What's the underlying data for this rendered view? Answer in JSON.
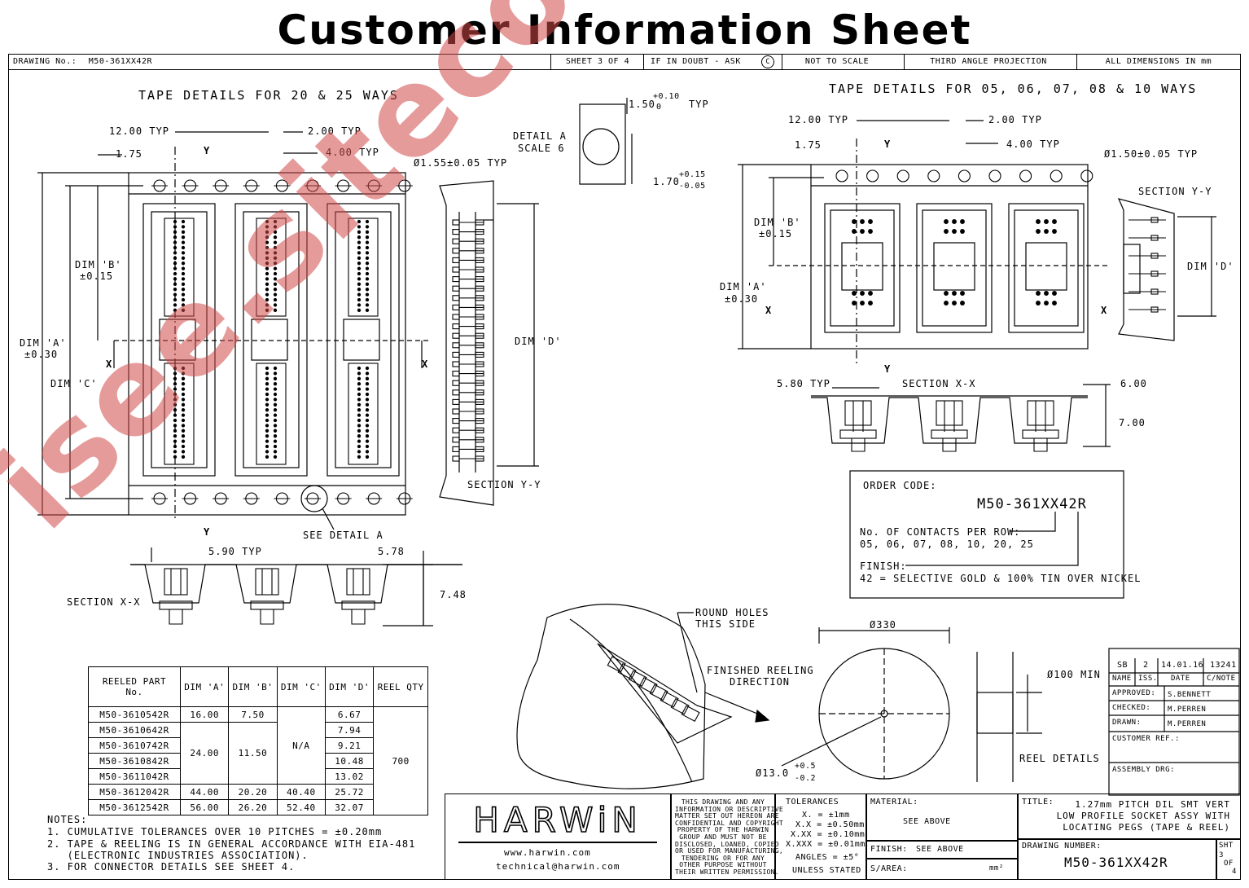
{
  "title": "Customer Information Sheet",
  "header": {
    "drawing_no_label": "DRAWING No.:",
    "drawing_no": "M50-361XX42R",
    "sheet": "SHEET 3 OF 4",
    "if_in_doubt": "IF IN DOUBT - ASK",
    "copyright_symbol": "C",
    "not_to_scale": "NOT TO SCALE",
    "projection": "THIRD ANGLE PROJECTION",
    "units": "ALL DIMENSIONS IN mm"
  },
  "left_view": {
    "heading": "TAPE DETAILS FOR 20 & 25 WAYS",
    "pitch_12": "12.00 TYP",
    "pitch_2": "2.00 TYP",
    "pitch_4": "4.00 TYP",
    "edge_175": "1.75",
    "hole_dia": "Ø1.55±0.05 TYP",
    "dim_b": "DIM 'B'",
    "dim_b_tol": "±0.15",
    "dim_a": "DIM 'A'",
    "dim_a_tol": "±0.30",
    "dim_c": "DIM 'C'",
    "dim_d": "DIM 'D'",
    "x_marker": "X",
    "y_marker": "Y",
    "section_yy": "SECTION Y-Y",
    "see_detail": "SEE DETAIL A",
    "section_xx": "SECTION X-X",
    "pocket_pitch": "5.90 TYP",
    "pocket_width": "5.78",
    "pocket_depth": "7.48"
  },
  "detail_a": {
    "label": "DETAIL A",
    "scale": "SCALE 6",
    "hole": "1.50",
    "hole_tol_plus": "+0.10",
    "hole_tol_minus": "0",
    "typ": "TYP",
    "edge": "1.70",
    "edge_tol_plus": "+0.15",
    "edge_tol_minus": "-0.05"
  },
  "right_view": {
    "heading": "TAPE DETAILS FOR 05, 06, 07, 08 & 10 WAYS",
    "pitch_12": "12.00 TYP",
    "pitch_2": "2.00 TYP",
    "pitch_4": "4.00 TYP",
    "edge_175": "1.75",
    "hole_dia": "Ø1.50±0.05 TYP",
    "section_yy": "SECTION Y-Y",
    "dim_b": "DIM 'B'",
    "dim_b_tol": "±0.15",
    "dim_a": "DIM 'A'",
    "dim_a_tol": "±0.30",
    "dim_d": "DIM 'D'",
    "section_xx": "SECTION X-X",
    "pocket_pitch": "5.80 TYP",
    "pocket_width": "6.00",
    "pocket_depth": "7.00"
  },
  "order_code": {
    "label": "ORDER CODE:",
    "code": "M50-361XX42R",
    "contacts_label": "No. OF CONTACTS PER ROW:",
    "contacts_values": "05, 06, 07, 08, 10, 20, 25",
    "finish_label": "FINISH:",
    "finish_value": "42 = SELECTIVE GOLD & 100% TIN OVER NICKEL"
  },
  "parts_table": {
    "headers": [
      "REELED PART No.",
      "DIM 'A'",
      "DIM 'B'",
      "DIM 'C'",
      "DIM 'D'",
      "REEL QTY"
    ],
    "rows": [
      {
        "part": "M50-3610542R",
        "a": "16.00",
        "b": "7.50",
        "d": "6.67"
      },
      {
        "part": "M50-3610642R",
        "d": "7.94"
      },
      {
        "part": "M50-3610742R",
        "d": "9.21"
      },
      {
        "part": "M50-3610842R",
        "d": "10.48"
      },
      {
        "part": "M50-3611042R",
        "d": "13.02"
      },
      {
        "part": "M50-3612042R",
        "a": "44.00",
        "b": "20.20",
        "c": "40.40",
        "d": "25.72"
      },
      {
        "part": "M50-3612542R",
        "a": "56.00",
        "b": "26.20",
        "c": "52.40",
        "d": "32.07"
      }
    ],
    "merged_a": "24.00",
    "merged_b": "11.50",
    "merged_c": "N/A",
    "reel_qty": "700"
  },
  "notes": {
    "heading": "NOTES:",
    "items": [
      "1. CUMULATIVE TOLERANCES OVER 10 PITCHES = ±0.20mm",
      "2. TAPE & REELING IS IN GENERAL ACCORDANCE WITH EIA-481",
      "   (ELECTRONIC INDUSTRIES ASSOCIATION).",
      "3. FOR CONNECTOR DETAILS SEE SHEET 4."
    ]
  },
  "reel_illustration": {
    "round_holes": "ROUND HOLES",
    "this_side": "THIS SIDE",
    "finished_reeling": "FINISHED REELING",
    "direction": "DIRECTION"
  },
  "reel_details": {
    "outer_dia": "Ø330",
    "hub_dia": "Ø100 MIN",
    "bore": "Ø13.0",
    "bore_plus": "+0.5",
    "bore_minus": "-0.2",
    "label": "REEL DETAILS"
  },
  "revision": {
    "sb": "SB",
    "iss_no": "2",
    "date": "14.01.16",
    "change_no": "13241",
    "name_h": "NAME",
    "iss_h": "ISS.",
    "date_h": "DATE",
    "cno_h": "C/NOTE",
    "approved_label": "APPROVED:",
    "approved": "S.BENNETT",
    "checked_label": "CHECKED:",
    "checked": "M.PERREN",
    "drawn_label": "DRAWN:",
    "drawn": "M.PERREN",
    "customer_ref": "CUSTOMER REF.:",
    "assembly_drg": "ASSEMBLY DRG:"
  },
  "title_block": {
    "brand": "HARWiN",
    "web": "www.harwin.com",
    "email": "technical@harwin.com",
    "disclaimer": "THIS DRAWING AND ANY\nINFORMATION OR DESCRIPTIVE\nMATTER SET OUT HEREON ARE\nCONFIDENTIAL AND COPYRIGHT\nPROPERTY OF THE HARWIN\nGROUP AND MUST NOT BE\nDISCLOSED, LOANED, COPIED\nOR USED FOR MANUFACTURING,\nTENDERING OR FOR ANY\nOTHER PURPOSE WITHOUT\nTHEIR WRITTEN PERMISSION.",
    "tolerances_h": "TOLERANCES",
    "tol_x": "X. = ±1mm",
    "tol_xx": "X.X = ±0.50mm",
    "tol_xxx": "X.XX = ±0.10mm",
    "tol_xxxx": "X.XXX = ±0.01mm",
    "angles": "ANGLES = ±5°",
    "unless": "UNLESS STATED",
    "material_label": "MATERIAL:",
    "material": "SEE ABOVE",
    "finish_label": "FINISH:",
    "finish": "SEE ABOVE",
    "sarea": "S/AREA:",
    "sarea_unit": "mm²",
    "title_label": "TITLE:",
    "title_line1": "1.27mm PITCH DIL SMT VERT",
    "title_line2": "LOW PROFILE SOCKET ASSY WITH",
    "title_line3": "LOCATING PEGS (TAPE & REEL)",
    "drawing_number_label": "DRAWING NUMBER:",
    "drawing_number": "M50-361XX42R",
    "sht_label": "SHT",
    "sht_no": "3",
    "of_label": "OF",
    "of_no": "4"
  },
  "watermark": "isee.sitecom"
}
